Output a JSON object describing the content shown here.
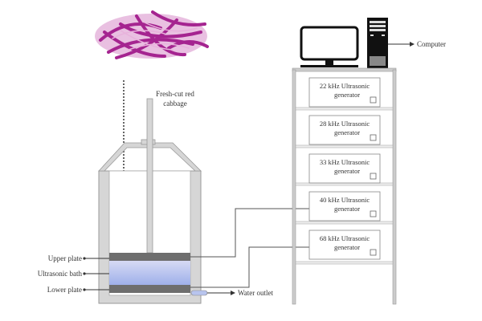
{
  "labels": {
    "cabbage_line1": "Fresh-cut red",
    "cabbage_line2": "cabbage",
    "computer": "Computer",
    "upper_plate": "Upper plate",
    "ultrasonic_bath": "Ultrasonic bath",
    "lower_plate": "Lower plate",
    "water_outlet": "Water outlet"
  },
  "generators": [
    {
      "line1": "22 kHz Ultrasonic",
      "line2": "generator"
    },
    {
      "line1": "28 kHz Ultrasonic",
      "line2": "generator"
    },
    {
      "line1": "33 kHz Ultrasonic",
      "line2": "generator"
    },
    {
      "line1": "40 kHz Ultrasonic",
      "line2": "generator"
    },
    {
      "line1": "68 kHz Ultrasonic",
      "line2": "generator"
    }
  ],
  "colors": {
    "cabbage": "#b0309a",
    "plate": "#6e6e6e",
    "water": "#b8c4ee",
    "wall": "#d4d4d4"
  }
}
